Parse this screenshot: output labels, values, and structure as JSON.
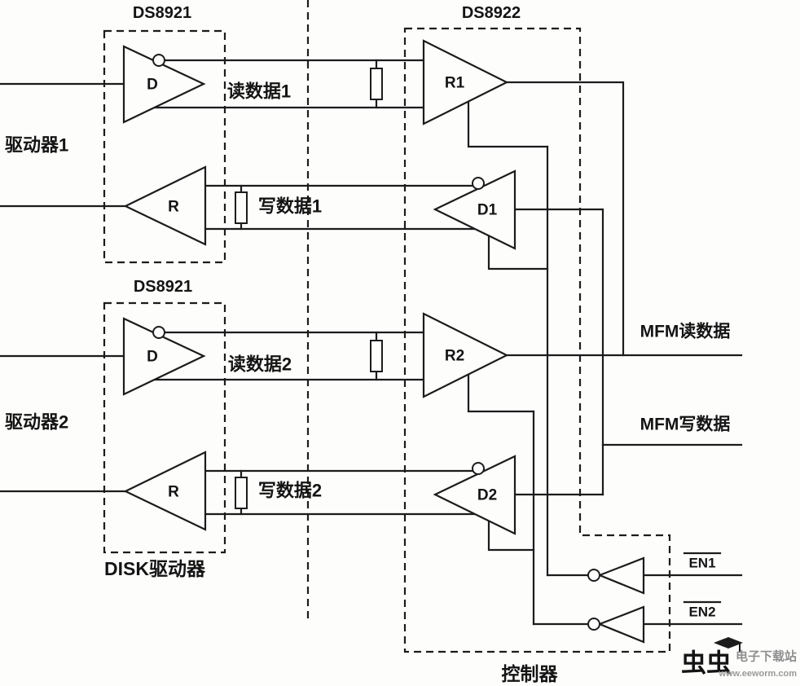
{
  "chips": {
    "ds8921_top": "DS8921",
    "ds8921_bottom": "DS8921",
    "ds8922": "DS8922"
  },
  "blocks": {
    "driver1": "驱动器1",
    "driver2": "驱动器2",
    "disk_driver": "DISK驱动器",
    "controller": "控制器"
  },
  "signals": {
    "read1": "读数据1",
    "write1": "写数据1",
    "read2": "读数据2",
    "write2": "写数据2",
    "mfm_read": "MFM读数据",
    "mfm_write": "MFM写数据",
    "en1": "EN1",
    "en2": "EN2"
  },
  "gates": {
    "drv1_d": "D",
    "drv1_r": "R",
    "drv2_d": "D",
    "drv2_r": "R",
    "r1": "R1",
    "d1": "D1",
    "r2": "R2",
    "d2": "D2"
  },
  "watermark": {
    "logo_text": "虫虫",
    "site_name": "电子下载站",
    "site_url": "www.eeworm.com",
    "logo_color": "#e8001c"
  }
}
